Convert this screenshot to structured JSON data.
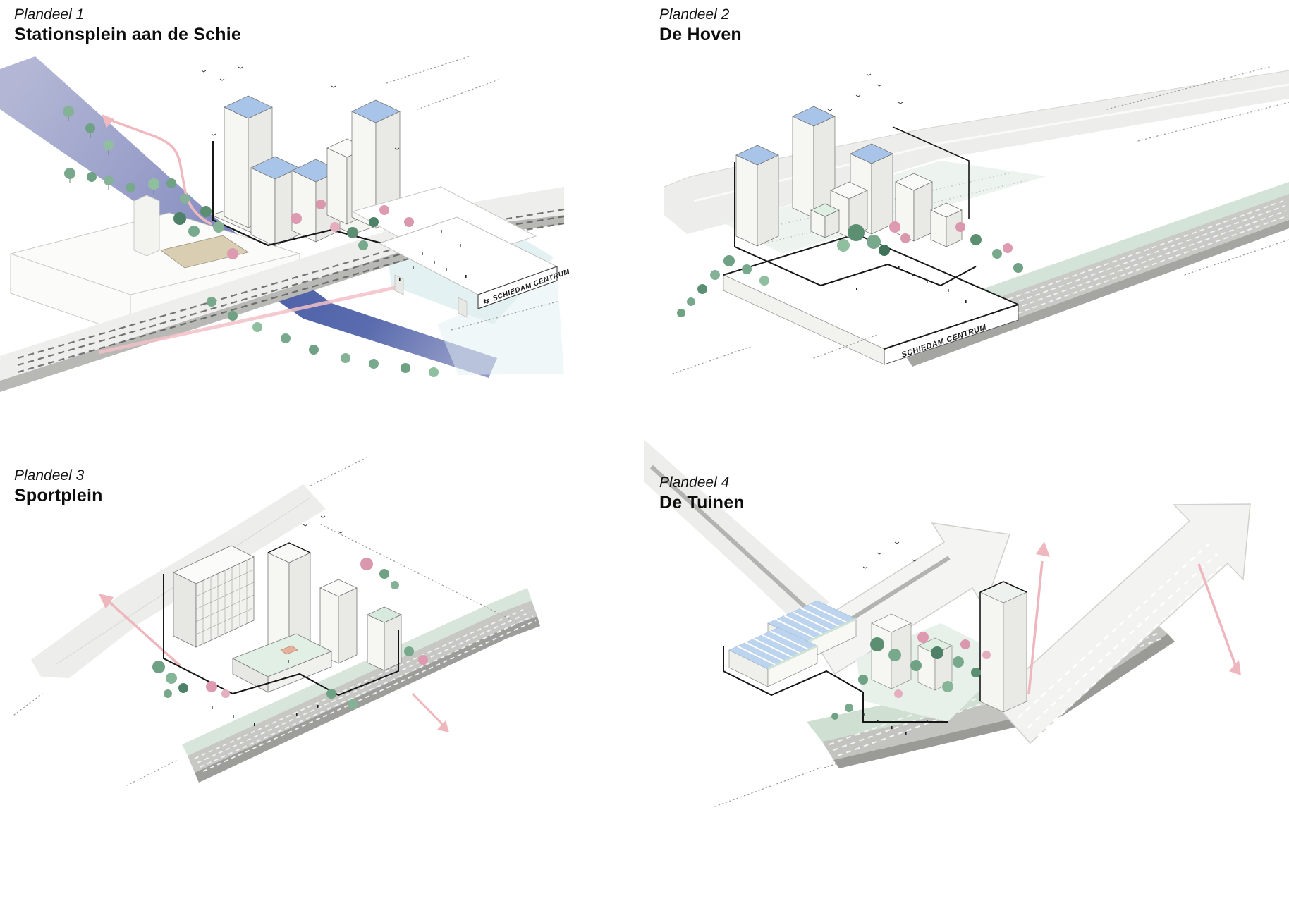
{
  "panels": [
    {
      "label": "Plandeel 1",
      "title": "Stationsplein aan de Schie",
      "station": {
        "logo": "⇆",
        "label": "SCHIEDAM CENTRUM"
      }
    },
    {
      "label": "Plandeel 2",
      "title": "De Hoven",
      "station": {
        "label": "SCHIEDAM CENTRUM"
      }
    },
    {
      "label": "Plandeel 3",
      "title": "Sportplein"
    },
    {
      "label": "Plandeel 4",
      "title": "De Tuinen"
    }
  ],
  "colors": {
    "background": "#ffffff",
    "river_deep": "#4e61a8",
    "river_light": "#b3b7d5",
    "road": "#ededeb",
    "rail_bed": "#c9c9c6",
    "rail_edge_dark": "#a0a09d",
    "mint_green": "#d7e5da",
    "pale_water": "#dcedef",
    "roof_blue": "#a9c4e9",
    "striped_roof_blue": "#bdd4ef",
    "tree_green": "#79a98d",
    "tree_dark_green": "#4e8268",
    "tree_pink": "#dd9ab0",
    "route_pink": "#f0b9c0",
    "plan_outline": "#161616",
    "courtyard_tan": "#d9cdb2"
  }
}
